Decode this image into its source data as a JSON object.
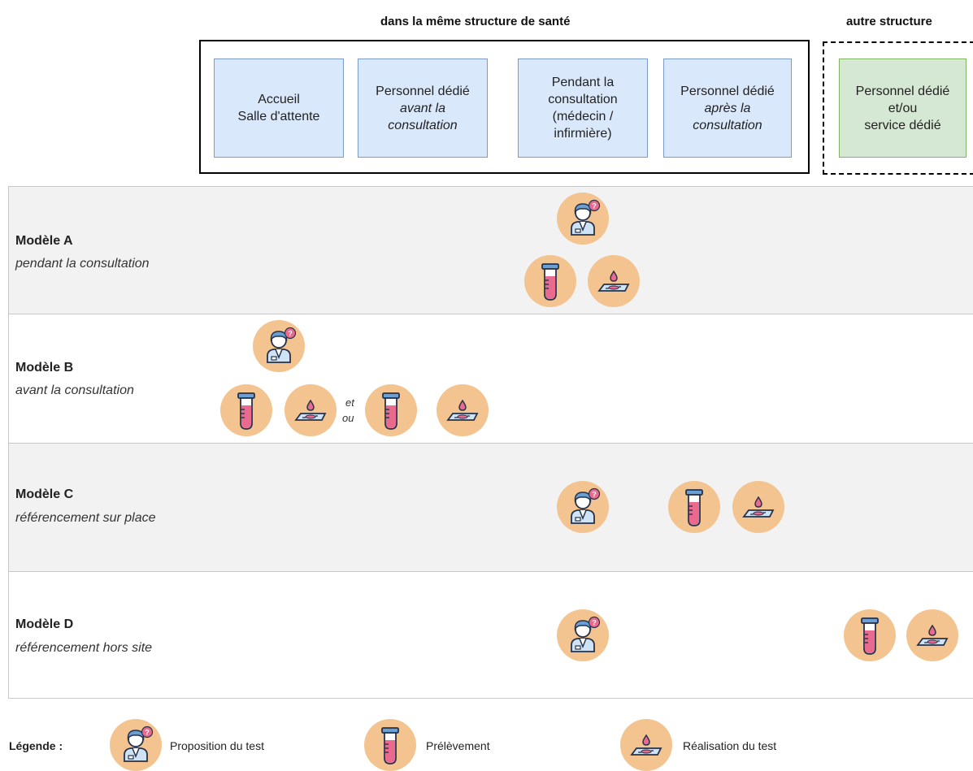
{
  "header": {
    "same_structure": "dans la même structure de santé",
    "other_structure": "autre structure"
  },
  "steps": {
    "s1": {
      "line1": "Accueil",
      "line2": "Salle d'attente"
    },
    "s2": {
      "line1": "Personnel dédié",
      "line2": "avant la",
      "line3": "consultation"
    },
    "s3": {
      "line1": "Pendant la",
      "line2": "consultation",
      "line3": "(médecin /",
      "line4": "infirmière)"
    },
    "s4": {
      "line1": "Personnel dédié",
      "line2": "après la",
      "line3": "consultation"
    },
    "s5": {
      "line1": "Personnel dédié",
      "line2": "et/ou",
      "line3": "service dédié"
    }
  },
  "models": {
    "a": {
      "title": "Modèle A",
      "subtitle": "pendant la consultation"
    },
    "b": {
      "title": "Modèle B",
      "subtitle": "avant la consultation",
      "et": "et",
      "ou": "ou"
    },
    "c": {
      "title": "Modèle C",
      "subtitle": "référencement sur place"
    },
    "d": {
      "title": "Modèle D",
      "subtitle": "référencement hors site"
    }
  },
  "legend": {
    "title": "Légende :",
    "proposal": "Proposition du test",
    "sampling": "Prélèvement",
    "testing": "Réalisation du test"
  },
  "colors": {
    "step_blue": "#dae8fb",
    "step_green": "#d5e8d3",
    "icon_circle": "#f3c48f",
    "band_grey": "#f2f2f2"
  }
}
